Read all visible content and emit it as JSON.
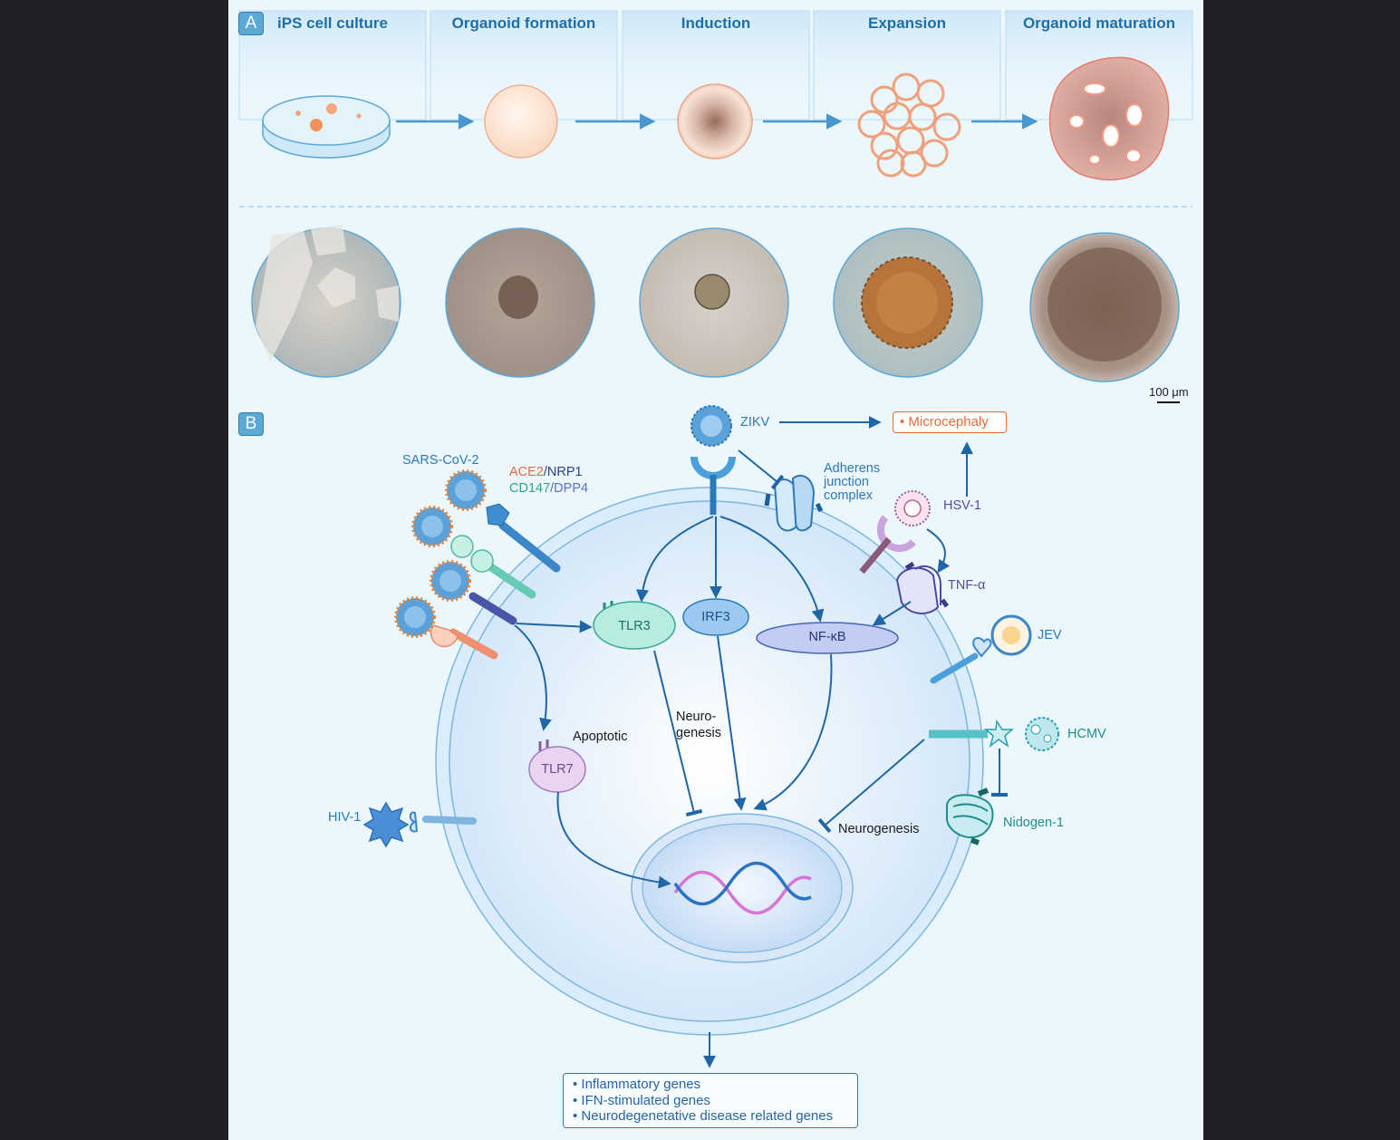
{
  "panel_a": {
    "badge": "A",
    "steps": [
      {
        "label": "iPS cell culture"
      },
      {
        "label": "Organoid formation"
      },
      {
        "label": "Induction"
      },
      {
        "label": "Expansion"
      },
      {
        "label": "Organoid maturation"
      }
    ],
    "scale_bar": "100 μm"
  },
  "panel_b": {
    "badge": "B",
    "viruses": {
      "sars": "SARS-CoV-2",
      "zikv": "ZIKV",
      "hsv": "HSV-1",
      "jev": "JEV",
      "hcmv": "HCMV",
      "hiv": "HIV-1"
    },
    "receptors": {
      "ace2": "ACE2",
      "slash1": "/",
      "nrp1": "NRP1",
      "cd147": "CD147",
      "slash2": "/",
      "dpp4": "DPP4"
    },
    "nodes": {
      "tlr3": "TLR3",
      "irf3": "IRF3",
      "nfkb": "NF-κB",
      "tlr7": "TLR7",
      "tnf": "TNF-α",
      "adherens": "Adherens\njunction\ncomplex",
      "nidogen": "Nidogen-1"
    },
    "annotations": {
      "apoptotic": "Apoptotic",
      "neurogenesis_split": "Neuro-\ngenesis",
      "neurogenesis": "Neurogenesis"
    },
    "microcephaly": "Microcephaly",
    "output_genes": [
      "Inflammatory genes",
      "IFN-stimulated genes",
      "Neurodegenetative disease related genes"
    ]
  }
}
